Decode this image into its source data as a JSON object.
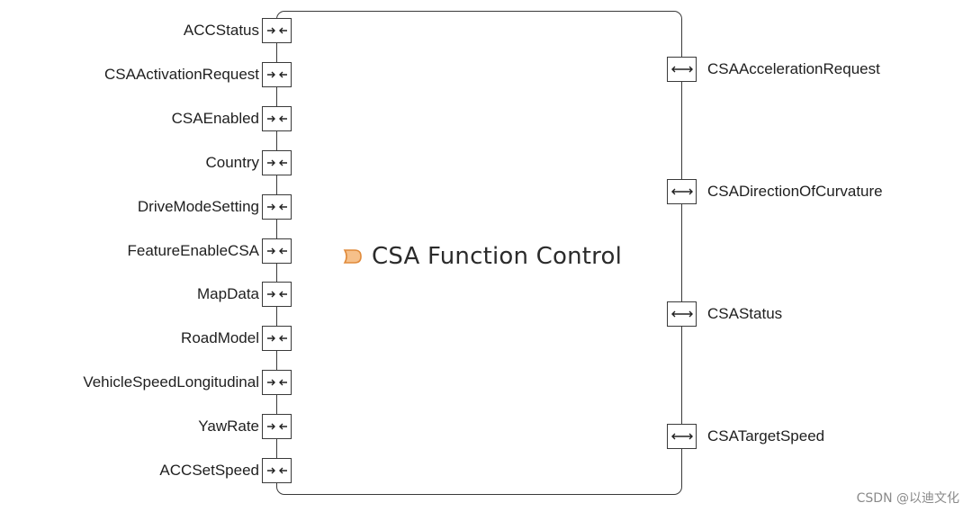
{
  "component": {
    "title": "CSA Function Control",
    "icon": "composition-icon",
    "icon_color": "#f0a050"
  },
  "inputs": [
    "ACCStatus",
    "CSAActivationRequest",
    "CSAEnabled",
    "Country",
    "DriveModeSetting",
    "FeatureEnableCSA",
    "MapData",
    "RoadModel",
    "VehicleSpeedLongitudinal",
    "YawRate",
    "ACCSetSpeed"
  ],
  "outputs": [
    "CSAAccelerationRequest",
    "CSADirectionOfCurvature",
    "CSAStatus",
    "CSATargetSpeed"
  ],
  "watermark": "CSDN @以迪文化"
}
